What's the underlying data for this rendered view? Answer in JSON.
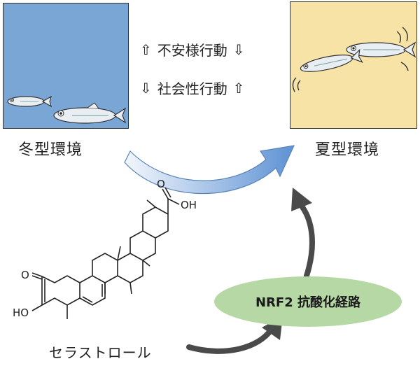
{
  "panels": {
    "winter_label": "冬型環境",
    "summer_label": "夏型環境"
  },
  "behaviors": [
    {
      "up_icon": "⇧",
      "text": "不安様行動",
      "down_icon": "⇩"
    },
    {
      "up_icon": "⇩",
      "text": "社会性行動",
      "down_icon": "⇧"
    }
  ],
  "compound": {
    "name": "セラストロール",
    "atoms": {
      "oxo": "O",
      "hydroxyl": "HO",
      "acid_o": "O",
      "acid_oh": "OH"
    }
  },
  "pathway": {
    "label": "NRF2 抗酸化経路"
  },
  "colors": {
    "winter_bg": "#7aa6d6",
    "summer_bg": "#f7e3a6",
    "pathway_fill": "#b6d8a4",
    "arrow_gradient_start": "#e8f0fa",
    "arrow_gradient_end": "#6a9bd8",
    "curved_arrow": "#4a4a4a"
  }
}
